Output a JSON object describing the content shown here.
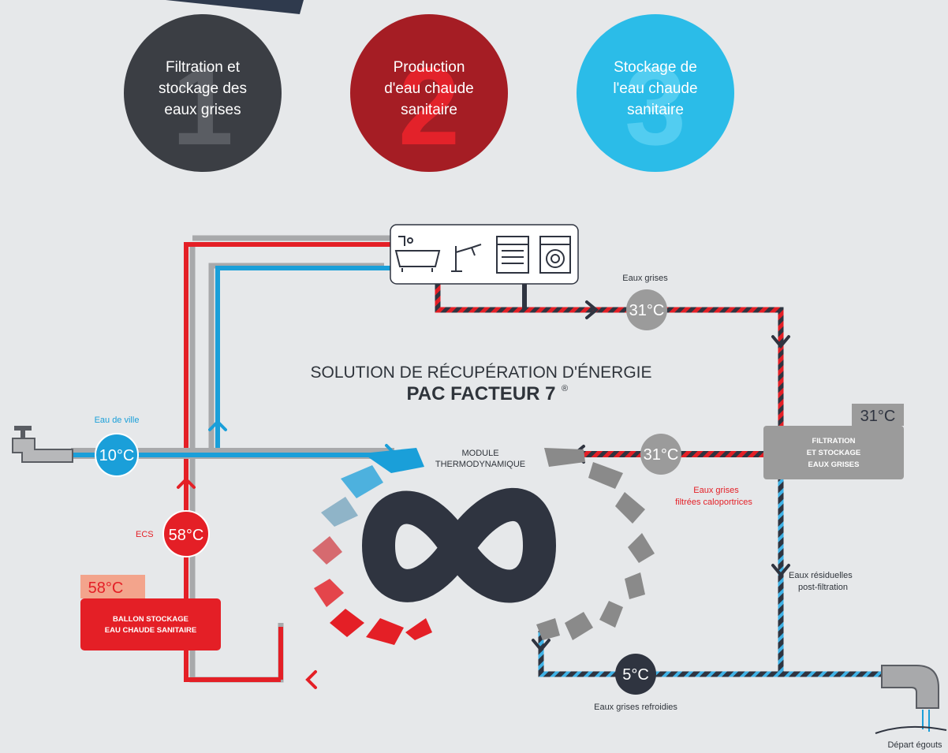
{
  "colors": {
    "dark": "#3b3e44",
    "red": "#e41f26",
    "dark_red": "#a51d24",
    "blue": "#1a9fd9",
    "light_blue": "#2bbce8",
    "grey": "#9b9b9b",
    "navy": "#2f3440",
    "background": "#e6e8ea"
  },
  "steps": [
    {
      "number": "1",
      "line1": "Filtration et",
      "line2": "stockage des",
      "line3": "eaux grises"
    },
    {
      "number": "2",
      "line1": "Production",
      "line2": "d'eau chaude",
      "line3": "sanitaire"
    },
    {
      "number": "3",
      "line1": "Stockage de",
      "line2": "l'eau chaude",
      "line3": "sanitaire"
    }
  ],
  "title": {
    "line1": "SOLUTION DE RÉCUPÉRATION D'ÉNERGIE",
    "line2": "PAC FACTEUR 7",
    "mark": "®"
  },
  "module": {
    "line1": "MODULE",
    "line2": "THERMODYNAMIQUE"
  },
  "labels": {
    "eaux_grises": "Eaux grises",
    "eau_de_ville": "Eau de ville",
    "ecs": "ECS",
    "eaux_grises_filtrees_1": "Eaux grises",
    "eaux_grises_filtrees_2": "filtrées caloportrices",
    "eaux_residuelles_1": "Eaux résiduelles",
    "eaux_residuelles_2": "post-filtration",
    "eaux_grises_refroidies": "Eaux grises refroidies",
    "depart_egouts": "Départ égouts"
  },
  "temperatures": {
    "grey_in": "31°C",
    "grey_filtered": "31°C",
    "city_water": "10°C",
    "ecs": "58°C",
    "cooled": "5°C",
    "filter_tag": "31°C",
    "tank_tag": "58°C"
  },
  "boxes": {
    "filtration": {
      "line1": "FILTRATION",
      "line2": "ET STOCKAGE",
      "line3": "EAUX GRISES"
    },
    "ballon": {
      "line1": "BALLON STOCKAGE",
      "line2": "EAU CHAUDE SANITAIRE"
    }
  },
  "icons": [
    "bathtub-icon",
    "faucet-icon",
    "dishwasher-icon",
    "washing-machine-icon"
  ]
}
